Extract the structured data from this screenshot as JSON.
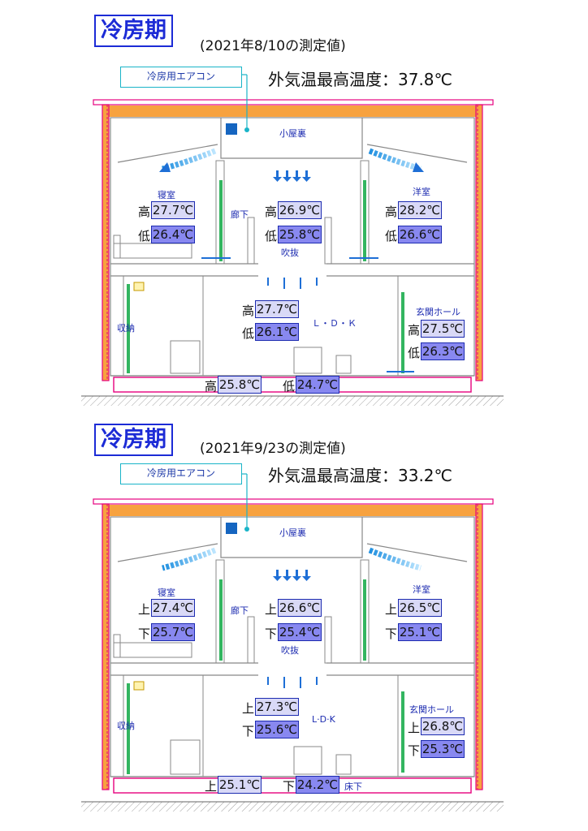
{
  "colors": {
    "period_blue": "#1c2bd6",
    "ac_cyan": "#19b4c8",
    "insulation": "#f7a23f",
    "wall_frame": "#e6007e",
    "light_box": "#d9d9f7",
    "dark_box": "#8888f0"
  },
  "panels": [
    {
      "period": "冷房期",
      "date": "(2021年8/10の測定値)",
      "outdoor": "外気温最高温度：37.8℃",
      "ac_label": "冷房用エアコン",
      "rooms": {
        "attic": "小屋裏",
        "bedroom": "寝室",
        "corridor": "廊下",
        "void": "吹抜",
        "western": "洋室",
        "storage": "収納",
        "ldk": "Ｌ・Ｄ・Ｋ",
        "entrance": "玄関ホール",
        "underfloor": ""
      },
      "temps": {
        "bedroom_hi_label": "高",
        "bedroom_hi": "27.7℃",
        "bedroom_lo_label": "低",
        "bedroom_lo": "26.4℃",
        "corridor_hi_label": "高",
        "corridor_hi": "26.9℃",
        "corridor_lo_label": "低",
        "corridor_lo": "25.8℃",
        "western_hi_label": "高",
        "western_hi": "28.2℃",
        "western_lo_label": "低",
        "western_lo": "26.6℃",
        "ldk_hi_label": "高",
        "ldk_hi": "27.7℃",
        "ldk_lo_label": "低",
        "ldk_lo": "26.1℃",
        "entrance_hi_label": "高",
        "entrance_hi": "27.5℃",
        "entrance_lo_label": "低",
        "entrance_lo": "26.3℃",
        "floor_hi_label": "高",
        "floor_hi": "25.8℃",
        "floor_lo_label": "低",
        "floor_lo": "24.7℃"
      }
    },
    {
      "period": "冷房期",
      "date": "(2021年9/23の測定値)",
      "outdoor": "外気温最高温度：33.2℃",
      "ac_label": "冷房用エアコン",
      "rooms": {
        "attic": "小屋裏",
        "bedroom": "寝室",
        "corridor": "廊下",
        "void": "吹抜",
        "western": "洋室",
        "storage": "収納",
        "ldk": "L·D·K",
        "entrance": "玄関ホール",
        "underfloor": "床下"
      },
      "temps": {
        "bedroom_hi_label": "上",
        "bedroom_hi": "27.4℃",
        "bedroom_lo_label": "下",
        "bedroom_lo": "25.7℃",
        "corridor_hi_label": "上",
        "corridor_hi": "26.6℃",
        "corridor_lo_label": "下",
        "corridor_lo": "25.4℃",
        "western_hi_label": "上",
        "western_hi": "26.5℃",
        "western_lo_label": "下",
        "western_lo": "25.1℃",
        "ldk_hi_label": "上",
        "ldk_hi": "27.3℃",
        "ldk_lo_label": "下",
        "ldk_lo": "25.6℃",
        "entrance_hi_label": "上",
        "entrance_hi": "26.8℃",
        "entrance_lo_label": "下",
        "entrance_lo": "25.3℃",
        "floor_hi_label": "上",
        "floor_hi": "25.1℃",
        "floor_lo_label": "下",
        "floor_lo": "24.2℃"
      }
    }
  ]
}
